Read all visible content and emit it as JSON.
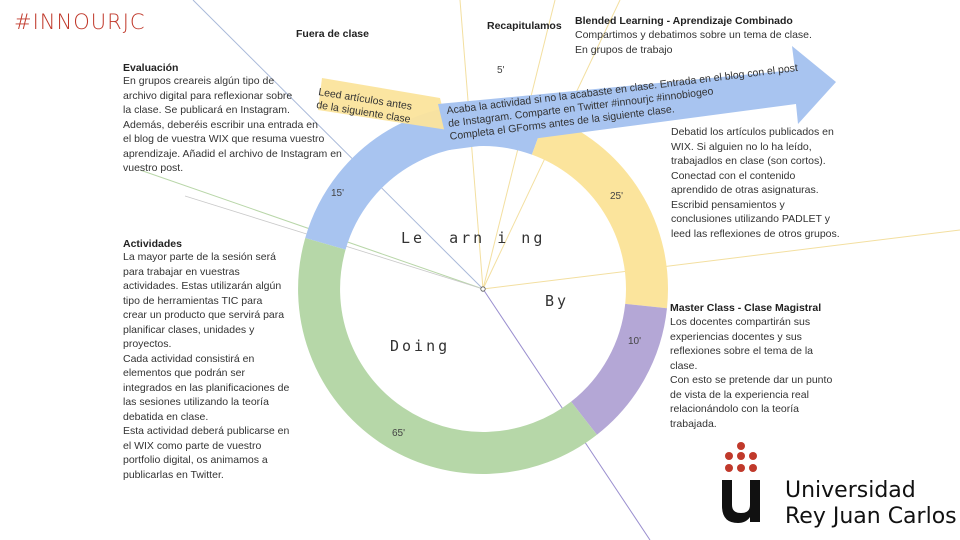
{
  "hashtag": "#INNOURJC",
  "sections": {
    "fuera_de_clase": "Fuera de clase",
    "recapitulamos": "Recapitulamos",
    "evaluacion": {
      "title": "Evaluación",
      "text": "En grupos creareis algún tipo de\narchivo digital para reflexionar sobre\nla clase. Se publicará en Instagram.\nAdemás, deberéis escribir una entrada en\nel blog de vuestra WIX que resuma vuestro\naprendizaje. Añadid el archivo de Instagram en\nvuestro post."
    },
    "actividades": {
      "title": "Actividades",
      "text": "La mayor parte de la sesión será\npara trabajar en vuestras\nactividades. Estas utilizarán algún\ntipo de herramientas TIC para\ncrear un producto que servirá para\nplanificar clases, unidades y\nproyectos.\nCada actividad consistirá en\nelementos que podrán ser\nintegrados en las planificaciones de\nlas sesiones utilizando la teoría\ndebatida en clase.\nEsta actividad deberá publicarse en\nel WIX como parte de vuestro\nportfolio digital, os animamos a\npublicarlas en Twitter."
    },
    "blended": {
      "title": "Blended Learning - Aprendizaje Combinado",
      "text": "Compartimos y debatimos sobre un tema de clase.\nEn grupos de trabajo"
    },
    "debate": {
      "text": "Debatid los artículos publicados en\nWIX. Si alguien no lo ha leído,\ntrabajadlos en clase (son cortos).\nConectad con el contenido\naprendido de otras asignaturas.\nEscribid pensamientos y\nconclusiones utilizando PADLET y\nleed las reflexiones de otros grupos."
    },
    "master": {
      "title": "Master Class - Clase Magistral",
      "text": "Los docentes compartirán sus\nexperiencias docentes y sus\nreflexiones sobre el tema de la\nclase.\nCon esto se pretende dar un punto\nde vista de la experiencia real\nrelacionándolo con la teoría\ntrabajada."
    }
  },
  "ring": {
    "durations": {
      "recap": "5'",
      "blue": "15'",
      "yellow": "25'",
      "purple": "10'",
      "green": "65'"
    },
    "center": {
      "word1": "Le  arn i ng",
      "word2": "By",
      "word3": "Doing"
    },
    "colors": {
      "blue": "#a8c4f0",
      "yellow": "#fbe49c",
      "purple": "#b4a7d6",
      "green": "#b6d7a8"
    }
  },
  "arrow": {
    "text1": "Leed artículos antes\nde la siguiente clase",
    "text2": "Acaba la actividad si no la acabaste en clase. Entrada en el blog con el post\nde Instagram. Comparte en Twitter #innourjc  #innobiogeo\nCompleta el GForms antes de la siguiente clase."
  },
  "logo": {
    "text": "Universidad\nRey Juan Carlos",
    "color": "#c0392b"
  }
}
